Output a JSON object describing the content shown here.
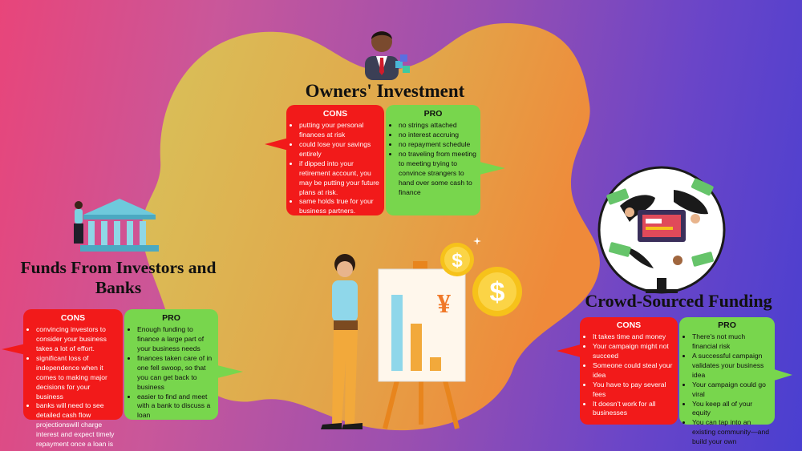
{
  "colors": {
    "cons": "#f21a1a",
    "pro": "#78d64d",
    "blob_start": "#d8c25a",
    "blob_end": "#ef8a3a"
  },
  "icons": [
    "businessman-icon",
    "bank-icon",
    "woman-presenting-chart-icon",
    "crowdfunding-globe-icon",
    "dollar-coin-icon",
    "yen-chart-icon"
  ],
  "owners": {
    "title": "Owners' Investment",
    "cons": {
      "heading": "CONS",
      "items": [
        "putting your personal finances at risk",
        " could lose your savings entirely",
        "if dipped into your retirement account, you may be putting your future plans at risk.",
        " same holds true for your business partners."
      ]
    },
    "pro": {
      "heading": "PRO",
      "items": [
        "no strings attached",
        "no interest accruing",
        "no repayment schedule",
        "no traveling from meeting to meeting trying to convince strangers to hand over some cash to finance"
      ]
    }
  },
  "banks": {
    "title": "Funds From Investors and Banks",
    "cons": {
      "heading": "CONS",
      "items": [
        "convincing investors to consider your business takes a lot of effort.",
        "significant loss of independence when it comes to making major decisions for your business",
        " banks will need to see detailed cash flow projectionswill charge interest and expect timely repayment once a loan is secured."
      ]
    },
    "pro": {
      "heading": "PRO",
      "items": [
        "Enough funding to finance a large part of your business needs",
        "finances taken care of in one fell swoop, so that you can get back to business",
        "easier to find and meet with a bank to discuss a loan"
      ]
    }
  },
  "crowd": {
    "title": "Crowd-Sourced Funding",
    "cons": {
      "heading": "CONS",
      "items": [
        "It takes time and money",
        "Your campaign might not succeed",
        "Someone could steal your idea",
        "You have to pay several fees",
        "It doesn't work for all businesses"
      ]
    },
    "pro": {
      "heading": "PRO",
      "items": [
        "There's not much financial risk",
        " A successful campaign validates your business idea",
        "Your campaign could go viral",
        " You keep all of your equity",
        "You can tap into an existing community—and build your own"
      ]
    }
  },
  "chart_symbol": "¥",
  "coin_symbol": "$"
}
